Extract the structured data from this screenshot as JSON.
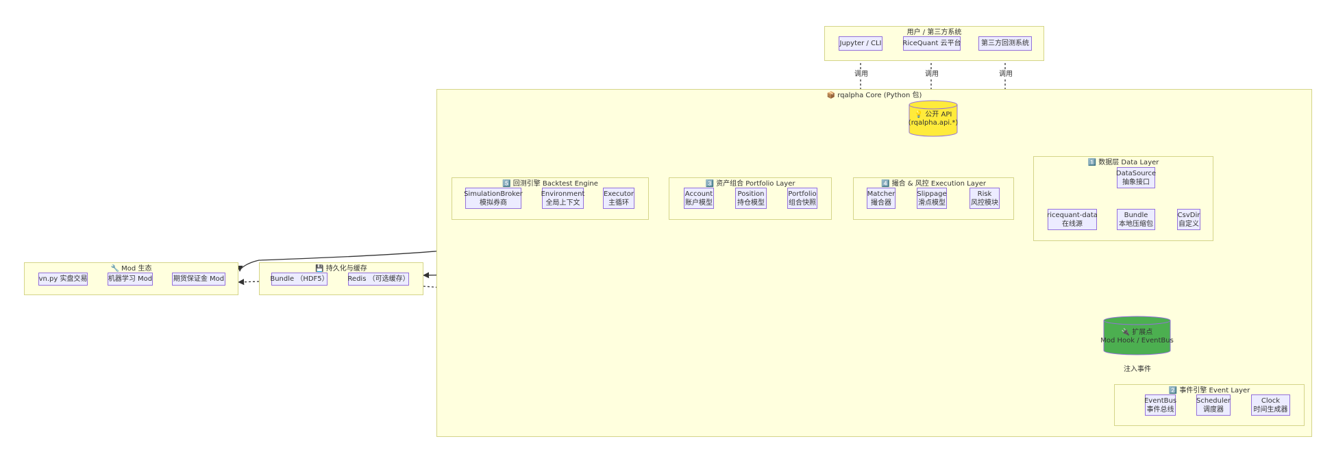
{
  "user_group": {
    "title": "用户 / 第三方系统",
    "nodes": [
      "Jupyter / CLI",
      "RiceQuant 云平台",
      "第三方回测系统"
    ]
  },
  "core": {
    "title": "📦 rqalpha Core (Python 包)"
  },
  "api": {
    "line1": "💡 公开 API",
    "line2": "(rqalpha.api.*)"
  },
  "call_label": "调用",
  "data_layer": {
    "title": "1️⃣ 数据层 Data Layer",
    "datasource": [
      "DataSource",
      "抽象接口"
    ],
    "ricequant": [
      "ricequant-data",
      "在线源"
    ],
    "bundle": [
      "Bundle",
      "本地压缩包"
    ],
    "csvdir": [
      "CsvDir",
      "自定义"
    ]
  },
  "backtest": {
    "title": "5️⃣ 回测引擎 Backtest Engine",
    "broker": [
      "SimulationBroker",
      "模拟券商"
    ],
    "env": [
      "Environment",
      "全局上下文"
    ],
    "executor": [
      "Executor",
      "主循环"
    ]
  },
  "portfolio": {
    "title": "3️⃣ 资产组合 Portfolio Layer",
    "account": [
      "Account",
      "账户模型"
    ],
    "position": [
      "Position",
      "持仓模型"
    ],
    "portfolio": [
      "Portfolio",
      "组合快照"
    ]
  },
  "execution": {
    "title": "4️⃣ 撮合 & 风控 Execution Layer",
    "matcher": [
      "Matcher",
      "撮合器"
    ],
    "slippage": [
      "Slippage",
      "滑点模型"
    ],
    "risk": [
      "Risk",
      "风控模块"
    ]
  },
  "mod": {
    "title": "🔧 Mod 生态",
    "nodes": [
      "vn.py 实盘交易",
      "机器学习 Mod",
      "期货保证金 Mod"
    ]
  },
  "persist": {
    "title": "💾 持久化与缓存",
    "nodes": [
      "Bundle （HDF5）",
      "Redis （可选缓存）"
    ]
  },
  "ext": {
    "line1": "🔌 扩展点",
    "line2": "Mod Hook / EventBus"
  },
  "inject_label": "注入事件",
  "event_layer": {
    "title": "2️⃣ 事件引擎 Event Layer",
    "eventbus": [
      "EventBus",
      "事件总线"
    ],
    "scheduler": [
      "Scheduler",
      "调度器"
    ],
    "clock": [
      "Clock",
      "时间生成器"
    ]
  },
  "colors": {
    "group_fill": "#ffffde",
    "group_stroke": "#d4d488",
    "node_fill": "#ececff",
    "node_stroke": "#9370db",
    "api_fill": "#ffeb3b",
    "ext_fill": "#4caf50",
    "edge": "#333333"
  }
}
